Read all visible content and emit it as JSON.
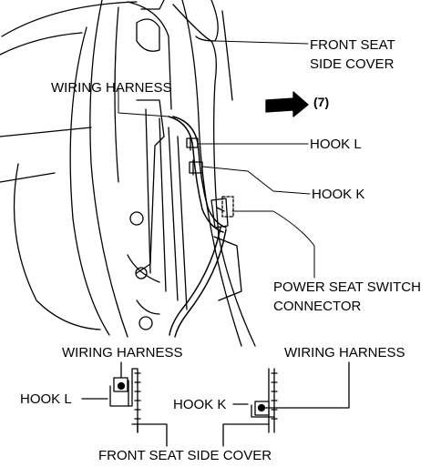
{
  "labels": {
    "front_seat_side_cover_line1": "FRONT SEAT",
    "front_seat_side_cover_line2": "SIDE COVER",
    "wiring_harness_top": "WIRING HARNESS",
    "step_ref": "(7)",
    "hook_l_main": "HOOK L",
    "hook_k_main": "HOOK K",
    "power_seat_line1": "POWER SEAT SWITCH",
    "power_seat_line2": "CONNECTOR",
    "wiring_harness_left_detail": "WIRING HARNESS",
    "wiring_harness_right_detail": "WIRING HARNESS",
    "hook_l_detail": "HOOK L",
    "hook_k_detail": "HOOK K",
    "front_seat_side_cover_bottom": "FRONT SEAT SIDE COVER"
  },
  "colors": {
    "line": "#000000",
    "background": "#ffffff"
  }
}
